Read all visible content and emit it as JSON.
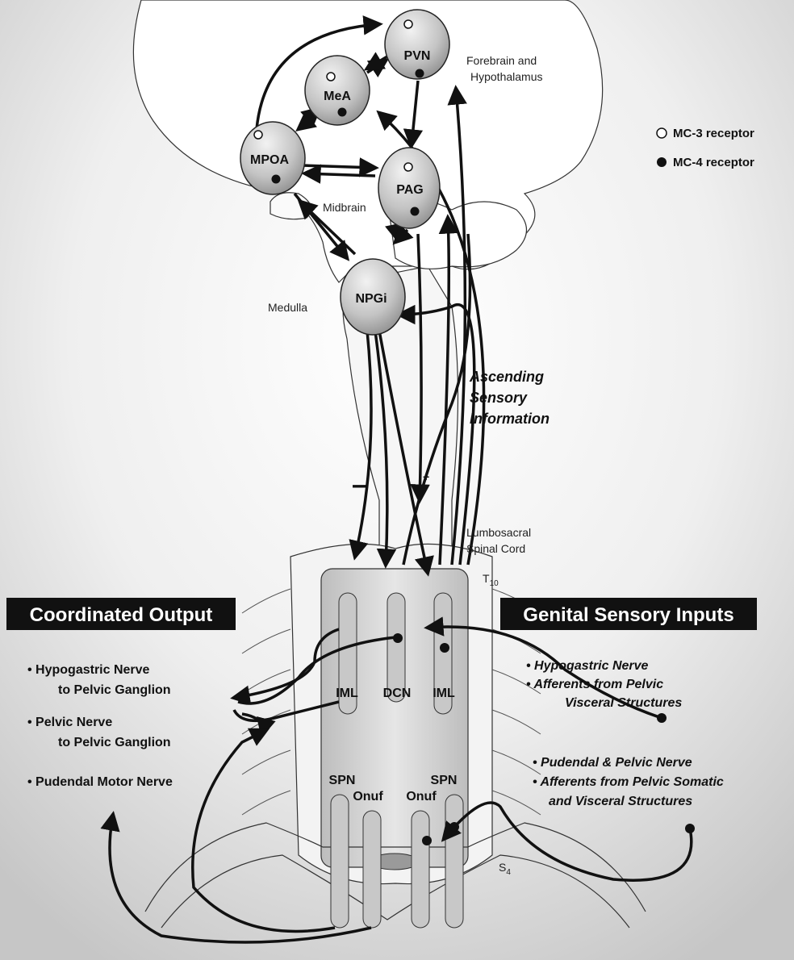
{
  "nodes": {
    "pvn": "PVN",
    "mea": "MeA",
    "mpoa": "MPOA",
    "pag": "PAG",
    "npgi": "NPGi"
  },
  "regions": {
    "forebrain_line1": "Forebrain and",
    "forebrain_line2": "Hypothalamus",
    "midbrain": "Midbrain",
    "medulla": "Medulla",
    "lumbosacral_line1": "Lumbosacral",
    "lumbosacral_line2": "Spinal Cord",
    "t10_main": "T",
    "t10_sub": "10",
    "s4_main": "S",
    "s4_sub": "4"
  },
  "legend": {
    "mc3": "MC-3 receptor",
    "mc4": "MC-4 receptor"
  },
  "ascending": {
    "line1": "Ascending",
    "line2": "Sensory",
    "line3": "Information"
  },
  "signs": {
    "minus": "–",
    "plus": "+"
  },
  "cord_labels": {
    "iml_left": "IML",
    "dcn": "DCN",
    "iml_right": "IML",
    "spn_left": "SPN",
    "spn_right": "SPN",
    "onuf_left": "Onuf",
    "onuf_right": "Onuf"
  },
  "output": {
    "header": "Coordinated Output",
    "items": [
      {
        "line1": "• Hypogastric Nerve",
        "line2": "to Pelvic Ganglion"
      },
      {
        "line1": "• Pelvic Nerve",
        "line2": "to Pelvic Ganglion"
      },
      {
        "line1": "• Pudendal Motor Nerve",
        "line2": ""
      }
    ]
  },
  "input": {
    "header": "Genital Sensory Inputs",
    "group1": [
      {
        "line1": "• Hypogastric Nerve"
      },
      {
        "line1": "• Afferents from Pelvic"
      },
      {
        "line1": "Visceral Structures"
      }
    ],
    "group2": [
      {
        "line1": "• Pudendal & Pelvic Nerve"
      },
      {
        "line1": "• Afferents from Pelvic Somatic"
      },
      {
        "line1": "and Visceral Structures"
      }
    ]
  },
  "colors": {
    "background_shade": "#c9c9c9",
    "node_fill_light": "#ececec",
    "node_fill_dark": "#9a9a9a",
    "cord_fill": "#d6d6d6",
    "header_bg": "#111111",
    "ink": "#111111"
  }
}
